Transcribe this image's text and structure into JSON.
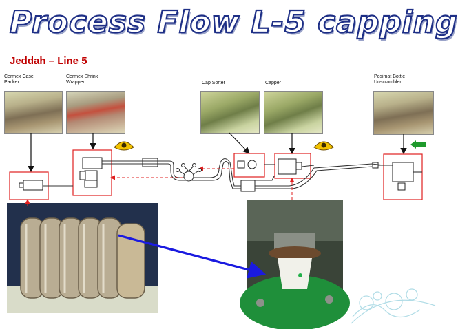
{
  "slide": {
    "title": "Process Flow L-5 capping",
    "subtitle": "Jeddah – Line 5"
  },
  "stations": [
    {
      "id": "case-packer",
      "label": "Cermex Case\nPacker"
    },
    {
      "id": "shrink-wrapper",
      "label": "Cermex Shrink\nWrapper"
    },
    {
      "id": "cap-sorter",
      "label": "Cap Sorter"
    },
    {
      "id": "capper",
      "label": "Capper"
    },
    {
      "id": "unscrambler",
      "label": "Posimat Bottle\nUnscrambler"
    }
  ],
  "icons": {
    "operator_eye": "eye-icon",
    "flow_direction": "green-arrow-left-icon"
  },
  "colors": {
    "title_outline": "#1e2f86",
    "subtitle": "#c00000",
    "highlight_box": "#e02020",
    "flow_line": "#333333",
    "link_arrow": "#1a1ae0",
    "eye": "#f2c200",
    "direction_arrow": "#1f9a2c"
  }
}
